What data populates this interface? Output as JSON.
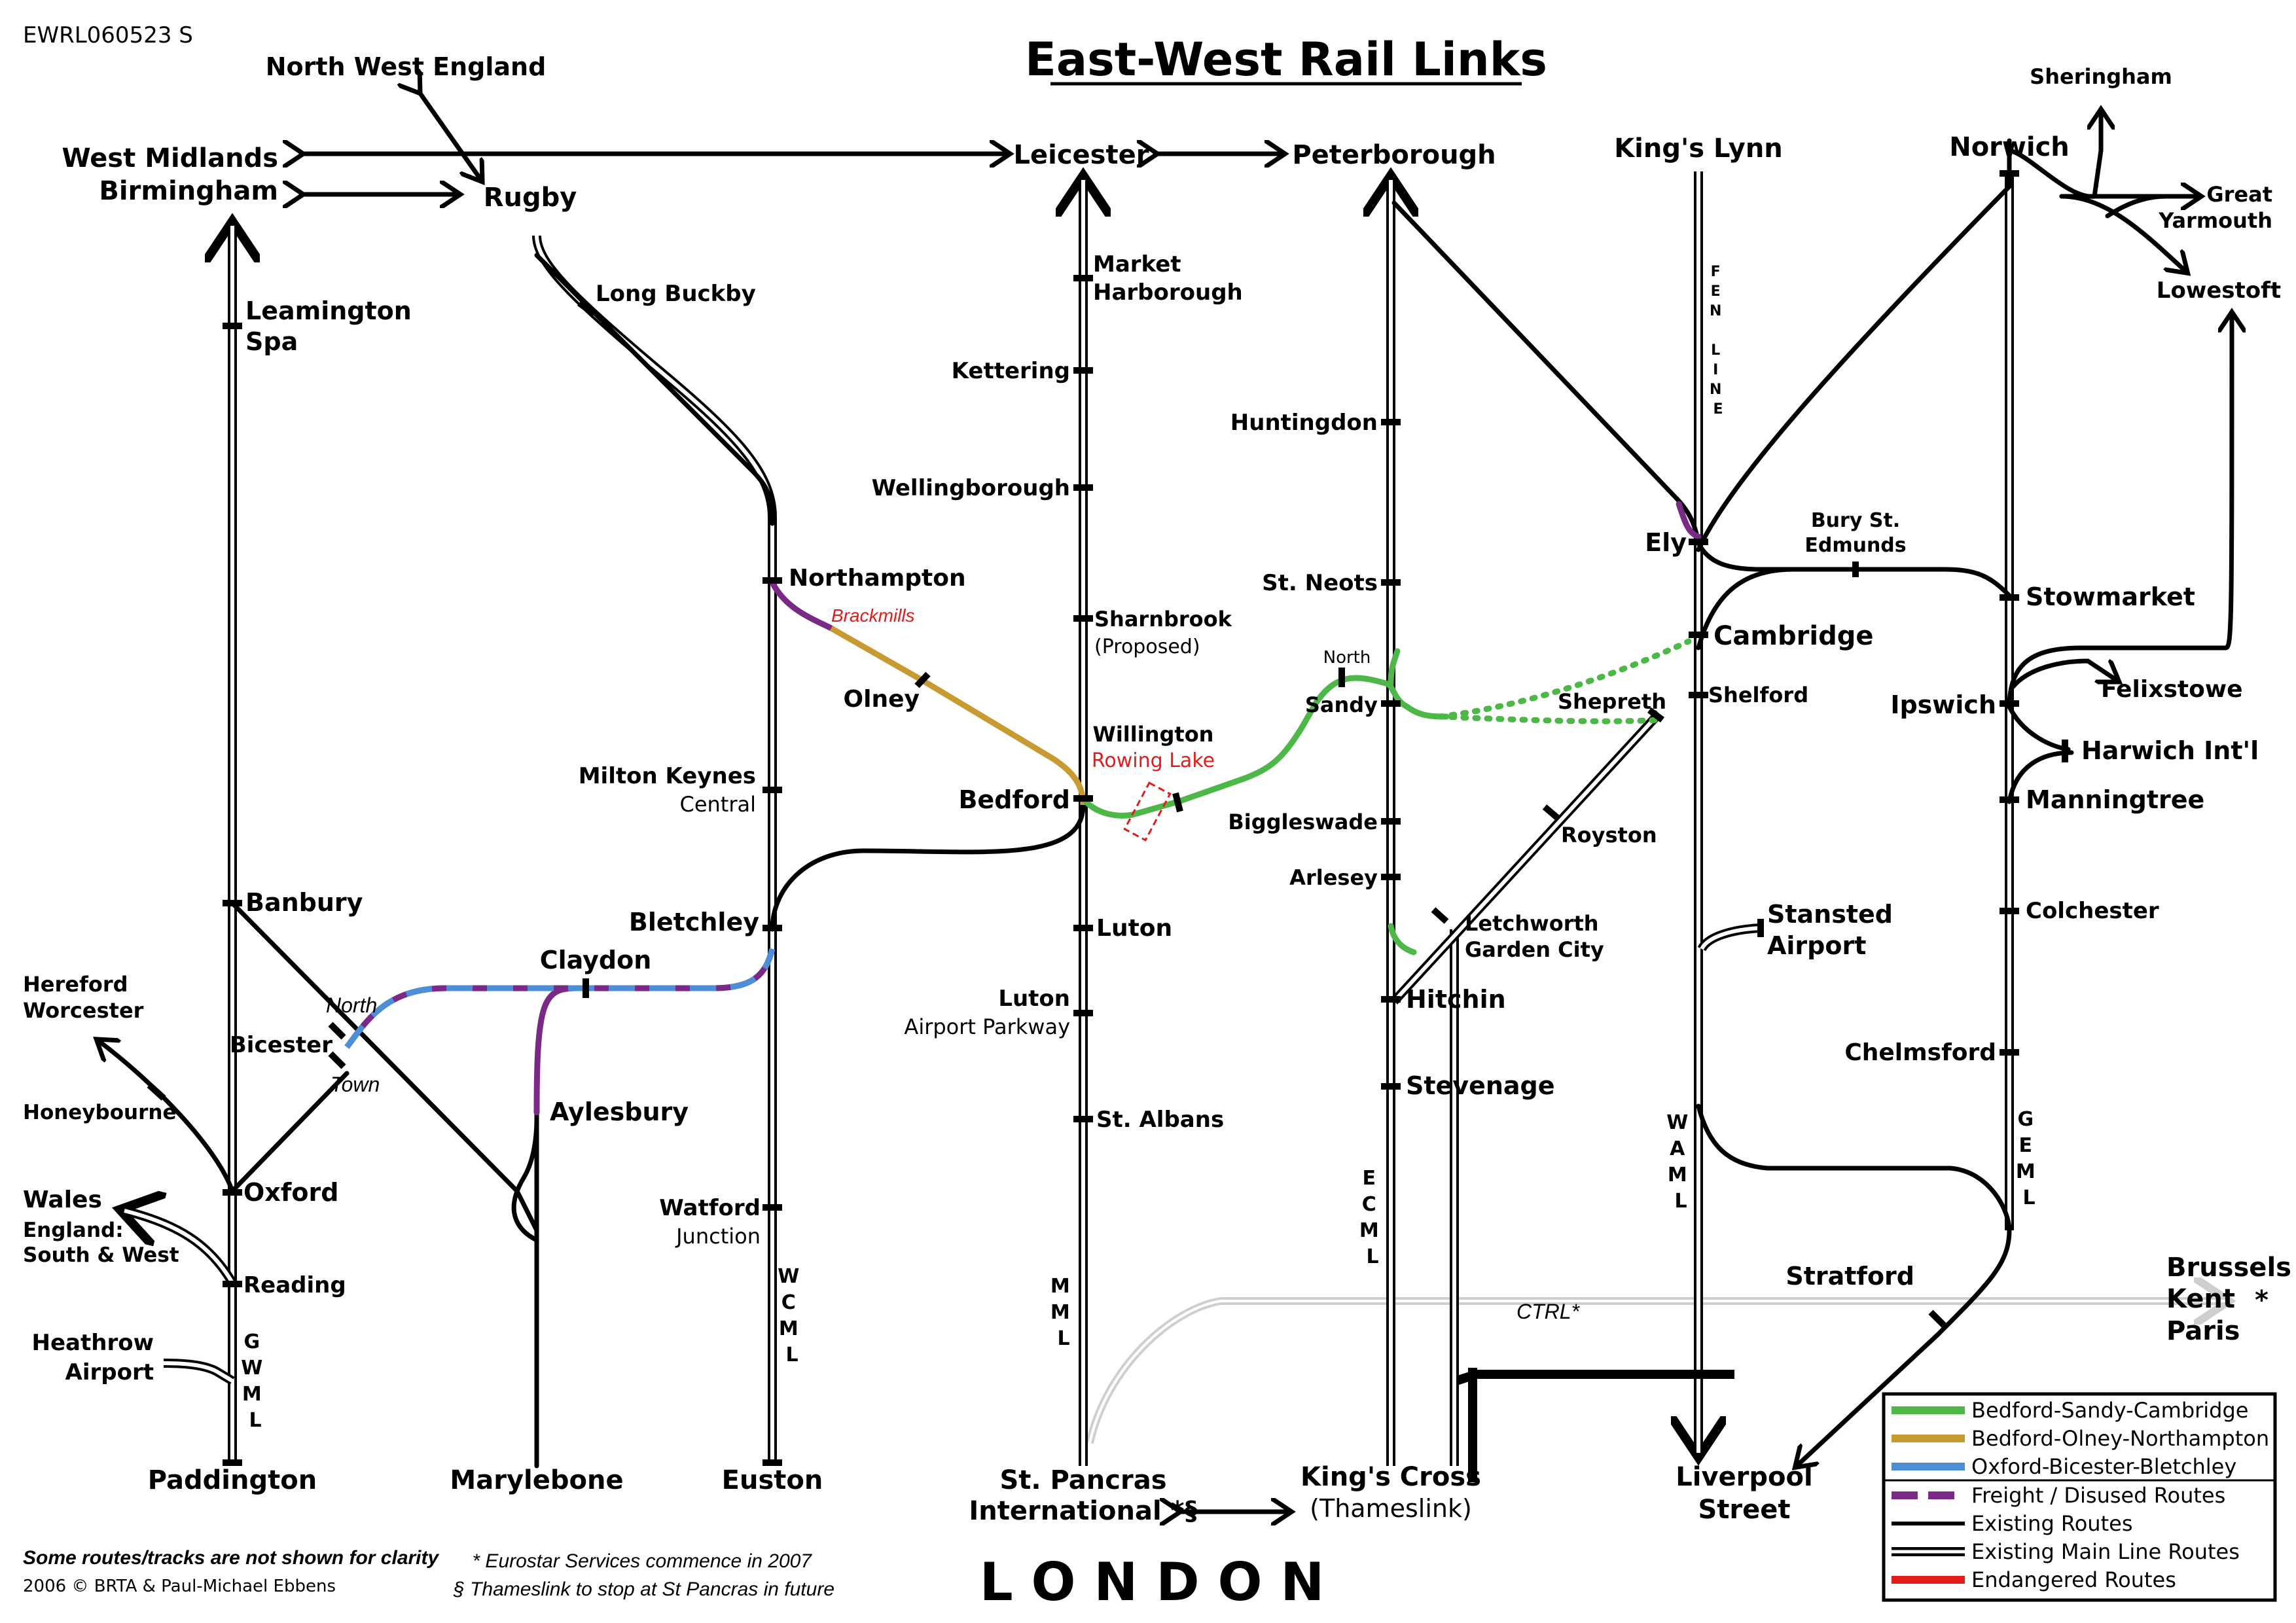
{
  "code": "EWRL060523 S",
  "title": "East-West Rail Links",
  "london": "L O N D O N",
  "colors": {
    "green": "#4db848",
    "gold": "#c79a32",
    "blue": "#4d8fd6",
    "purple": "#7a2a86",
    "red": "#e31b1b",
    "ctrl_grey": "#cfcfcf"
  },
  "places": {
    "north_west_england": "North West England",
    "west_midlands": "West Midlands",
    "birmingham": "Birmingham",
    "rugby": "Rugby",
    "leicester": "Leicester",
    "peterborough": "Peterborough",
    "kings_lynn": "King's Lynn",
    "norwich": "Norwich",
    "sheringham": "Sheringham",
    "great": "Great",
    "yarmouth": "Yarmouth",
    "lowestoft": "Lowestoft",
    "hereford": "Hereford",
    "worcester": "Worcester",
    "wales": "Wales",
    "england_line1": "England:",
    "england_line2": "South & West",
    "heathrow_line1": "Heathrow",
    "heathrow_line2": "Airport",
    "brussels": "Brussels",
    "kent": "Kent",
    "paris": "Paris",
    "star": "*"
  },
  "stations": {
    "leamington1": "Leamington",
    "leamington2": "Spa",
    "banbury": "Banbury",
    "bicester": "Bicester",
    "north": "North",
    "town": "Town",
    "oxford": "Oxford",
    "honeybourne": "Honeybourne",
    "reading": "Reading",
    "paddington": "Paddington",
    "long_buckby": "Long Buckby",
    "northampton": "Northampton",
    "brackmills": "Brackmills",
    "olney": "Olney",
    "milton_keynes1": "Milton Keynes",
    "milton_keynes2": "Central",
    "bletchley": "Bletchley",
    "claydon": "Claydon",
    "aylesbury": "Aylesbury",
    "marylebone": "Marylebone",
    "watford1": "Watford",
    "watford2": "Junction",
    "euston": "Euston",
    "market_harborough1": "Market",
    "market_harborough2": "Harborough",
    "kettering": "Kettering",
    "wellingborough": "Wellingborough",
    "sharnbrook1": "Sharnbrook",
    "sharnbrook2": "(Proposed)",
    "bedford": "Bedford",
    "willington": "Willington",
    "rowing_lake": "Rowing Lake",
    "luton": "Luton",
    "luton_ap1": "Luton",
    "luton_ap2": "Airport Parkway",
    "st_albans": "St. Albans",
    "st_pancras1": "St. Pancras",
    "st_pancras2": "International *§",
    "huntingdon": "Huntingdon",
    "st_neots": "St. Neots",
    "sandy_north": "North",
    "sandy": "Sandy",
    "biggleswade": "Biggleswade",
    "arlesey": "Arlesey",
    "hitchin": "Hitchin",
    "stevenage": "Stevenage",
    "kings_cross1": "King's Cross",
    "kings_cross2": "(Thameslink)",
    "letchworth1": "Letchworth",
    "letchworth2": "Garden City",
    "royston": "Royston",
    "shepreth": "Shepreth",
    "shelford": "Shelford",
    "cambridge": "Cambridge",
    "ely": "Ely",
    "bury1": "Bury St.",
    "bury2": "Edmunds",
    "stansted1": "Stansted",
    "stansted2": "Airport",
    "liverpool1": "Liverpool",
    "liverpool2": "Street",
    "stratford": "Stratford",
    "stowmarket": "Stowmarket",
    "felixstowe": "Felixstowe",
    "ipswich": "Ipswich",
    "harwich": "Harwich Int'l",
    "manningtree": "Manningtree",
    "colchester": "Colchester",
    "chelmsford": "Chelmsford"
  },
  "line_names": {
    "gwml": [
      "G",
      "W",
      "M",
      "L"
    ],
    "wcml": [
      "W",
      "C",
      "M",
      "L"
    ],
    "mml": [
      "M",
      "M",
      "L"
    ],
    "ecml": [
      "E",
      "C",
      "M",
      "L"
    ],
    "fen": [
      "F",
      "E",
      "N",
      "",
      "L",
      "I",
      "N",
      "E"
    ],
    "waml": [
      "W",
      "A",
      "M",
      "L"
    ],
    "geml": [
      "G",
      "E",
      "M",
      "L"
    ],
    "ctrl": "CTRL*"
  },
  "legend": {
    "items": [
      {
        "label": "Bedford-Sandy-Cambridge",
        "style": "green"
      },
      {
        "label": "Bedford-Olney-Northampton",
        "style": "gold"
      },
      {
        "label": "Oxford-Bicester-Bletchley",
        "style": "blue"
      },
      {
        "label": "Freight / Disused Routes",
        "style": "freight"
      },
      {
        "label": "Existing Routes",
        "style": "existing"
      },
      {
        "label": "Existing Main Line Routes",
        "style": "mainline"
      },
      {
        "label": "Endangered Routes",
        "style": "red"
      }
    ]
  },
  "footer": {
    "note": "Some routes/tracks are not shown for clarity",
    "copyright": "2006 © BRTA & Paul-Michael Ebbens",
    "eurostar": "* Eurostar Services commence in 2007",
    "thameslink": "§ Thameslink to stop at St Pancras in future"
  }
}
